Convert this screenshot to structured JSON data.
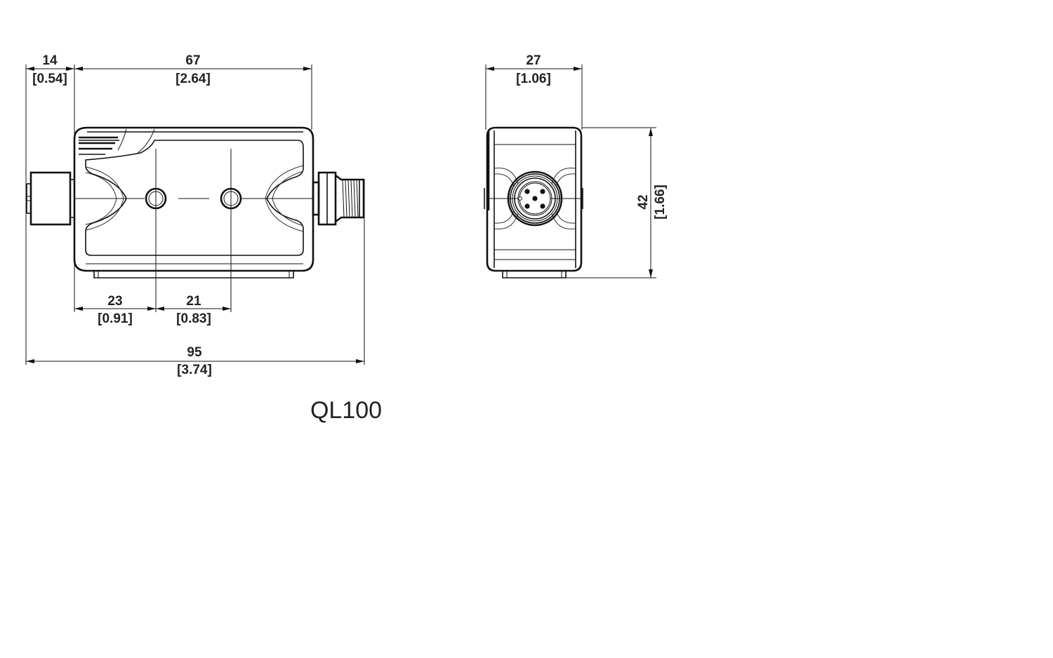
{
  "drawing": {
    "title": "QL100",
    "colors": {
      "line": "#111111",
      "text": "#222222",
      "background": "#ffffff"
    },
    "views": {
      "side_view": {
        "dimensions": {
          "connector_offset": {
            "mm": "14",
            "in": "[0.54]"
          },
          "body_length": {
            "mm": "67",
            "in": "[2.64]"
          },
          "hole1_from_edge": {
            "mm": "23",
            "in": "[0.91]"
          },
          "hole_spacing": {
            "mm": "21",
            "in": "[0.83]"
          },
          "overall_length": {
            "mm": "95",
            "in": "[3.74]"
          }
        }
      },
      "end_view": {
        "dimensions": {
          "width": {
            "mm": "27",
            "in": "[1.06]"
          },
          "height": {
            "mm": "42",
            "in": "[1.66]"
          }
        },
        "connector_pins": 5
      }
    }
  }
}
